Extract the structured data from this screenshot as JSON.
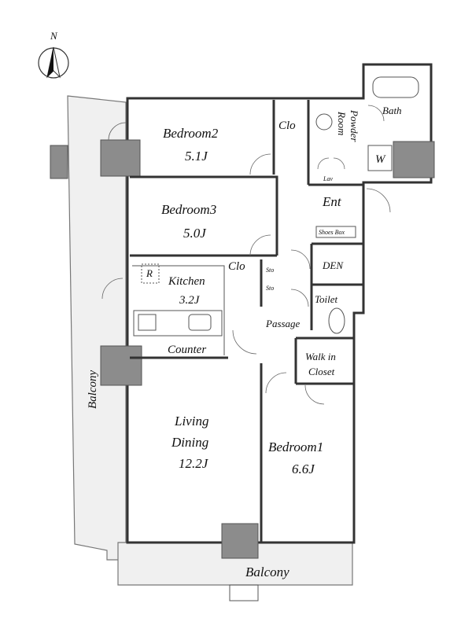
{
  "compass": {
    "north_label": "N"
  },
  "rooms": {
    "bedroom2": {
      "name": "Bedroom2",
      "size": "5.1J"
    },
    "bedroom3": {
      "name": "Bedroom3",
      "size": "5.0J"
    },
    "kitchen": {
      "name": "Kitchen",
      "size": "3.2J"
    },
    "living": {
      "line1": "Living",
      "line2": "Dining",
      "size": "12.2J"
    },
    "bedroom1": {
      "name": "Bedroom1",
      "size": "6.6J"
    },
    "bath": {
      "name": "Bath"
    },
    "powder_room": {
      "line1": "Powder",
      "line2": "Room"
    },
    "entrance": {
      "name": "Ent"
    },
    "den": {
      "name": "DEN"
    },
    "toilet": {
      "name": "Toilet"
    },
    "walkin": {
      "line1": "Walk in",
      "line2": "Closet"
    },
    "passage": {
      "name": "Passage"
    },
    "counter": {
      "name": "Counter"
    }
  },
  "labels": {
    "closet": "Clo",
    "storage": "Sto",
    "washer": "W",
    "refrigerator": "R",
    "shoes_box": "Shoes Box",
    "lav": "Lav",
    "balcony": "Balcony"
  }
}
